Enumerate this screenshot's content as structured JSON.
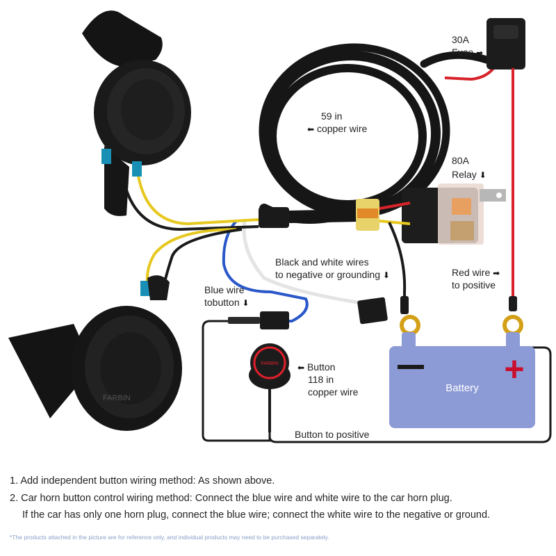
{
  "labels": {
    "fuse_amp": "30A",
    "fuse_name": "Fuse",
    "copper_len": "59 in",
    "copper_name": "copper wire",
    "relay_amp": "80A",
    "relay_name": "Relay",
    "bw_line1": "Black and white wires",
    "bw_line2": "to negative or grounding",
    "red_line1": "Red wire",
    "red_line2": "to positive",
    "blue_line1": "Blue wire",
    "blue_line2": "tobutton",
    "button_line1": "Button",
    "button_line2": "118 in",
    "button_line3": "copper wire",
    "battery": "Battery",
    "button_to_positive": "Button to positive",
    "brand": "FARBIN",
    "button_brand": "FARBIN",
    "minus_sign": "−",
    "plus_sign": "+"
  },
  "notes": [
    "1. Add independent button wiring method: As shown above.",
    "2. Car horn button control wiring method: Connect the blue wire and white wire to the car horn plug.",
    "If the car has only one horn plug, connect the blue wire; connect the white wire to the negative or ground."
  ],
  "footnote": "*The products attached in the picture are for reference only, and individual products may need to be purchased separately.",
  "colors": {
    "battery": "#8c9ad6",
    "battery_plus": "#c8102e",
    "red_wire": "#d8232a",
    "blue_wire": "#2a58c8",
    "yellow_wire": "#e6c81e",
    "black": "#1a1a1a",
    "footnote": "#8aa0c8"
  }
}
